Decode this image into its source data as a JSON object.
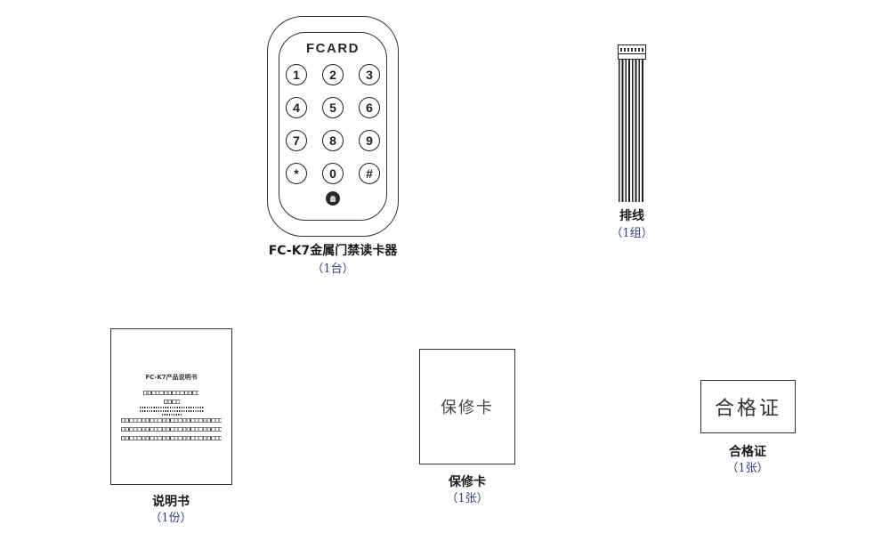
{
  "items": [
    {
      "id": "reader",
      "brand": "FCARD",
      "keys": [
        "1",
        "2",
        "3",
        "4",
        "5",
        "6",
        "7",
        "8",
        "9",
        "*",
        "0",
        "#"
      ],
      "label": "FC-K7金属门禁读卡器",
      "quantity": "（1台）"
    },
    {
      "id": "cable",
      "label": "排线",
      "quantity": "（1组）"
    },
    {
      "id": "manual",
      "cover_title": "FC-K7产品说明书",
      "label": "说明书",
      "quantity": "（1份）"
    },
    {
      "id": "warranty-card",
      "card_text": "保修卡",
      "label": "保修卡",
      "quantity": "（1张）"
    },
    {
      "id": "certificate",
      "card_text": "合格证",
      "label": "合格证",
      "quantity": "（1张）"
    }
  ],
  "colors": {
    "outline": "#333333",
    "label": "#1a1a1a",
    "quantity": "#2b3f8a"
  }
}
